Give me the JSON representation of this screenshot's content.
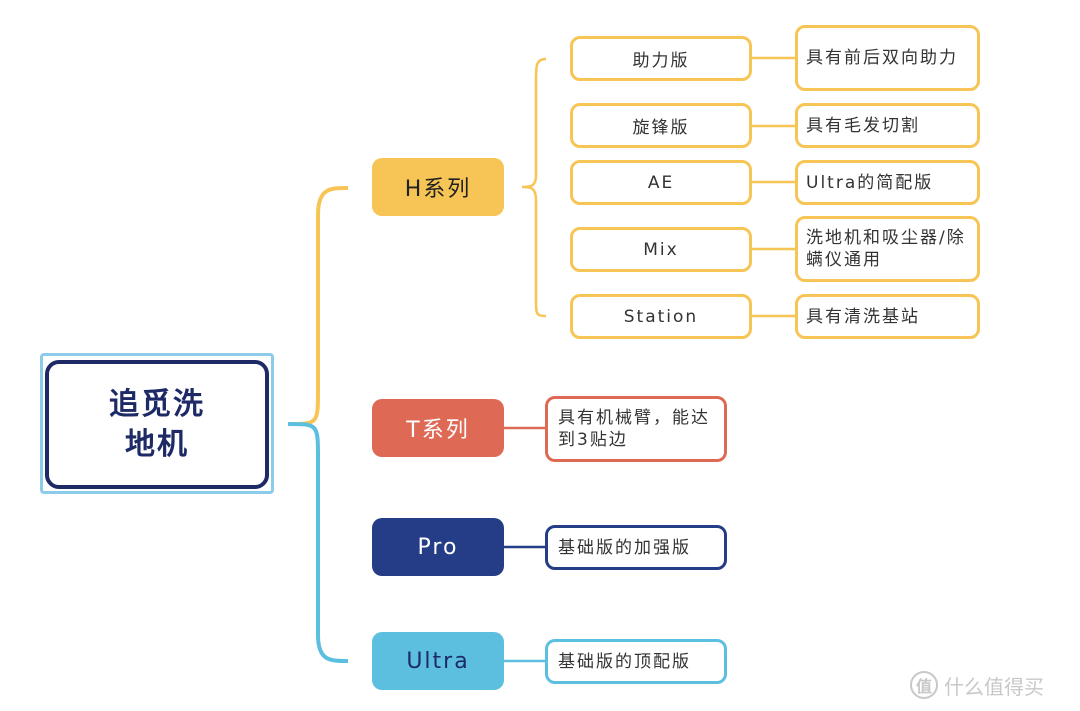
{
  "root": {
    "label": "追觅洗\n地机"
  },
  "colors": {
    "h_series": "#f6c555",
    "t_series": "#de6a55",
    "pro": "#253d86",
    "ultra": "#5cbfe0",
    "root_border": "#1d2a66"
  },
  "branches": {
    "h": {
      "label": "H系列",
      "items": [
        {
          "name": "助力版",
          "desc": "具有前后双向助力"
        },
        {
          "name": "旋锋版",
          "desc": "具有毛发切割"
        },
        {
          "name": "AE",
          "desc": "Ultra的简配版"
        },
        {
          "name": "Mix",
          "desc": "洗地机和吸尘器/除螨仪通用"
        },
        {
          "name": "Station",
          "desc": "具有清洗基站"
        }
      ]
    },
    "t": {
      "label": "T系列",
      "desc": "具有机械臂，能达到3贴边"
    },
    "pro": {
      "label": "Pro",
      "desc": "基础版的加强版"
    },
    "ultra": {
      "label": "Ultra",
      "desc": "基础版的顶配版"
    }
  },
  "watermark": {
    "icon": "值",
    "text": "什么值得买"
  }
}
